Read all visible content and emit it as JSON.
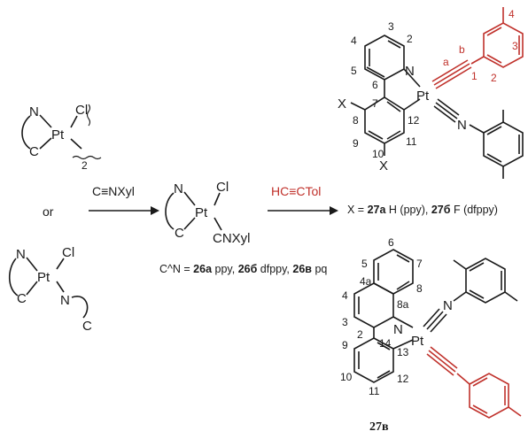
{
  "precursor": {
    "dimer": {
      "n": "N",
      "pt": "Pt",
      "cl": "Cl",
      "c": "C",
      "sub": "2"
    },
    "or": "or",
    "chelate": {
      "n": "N",
      "pt": "Pt",
      "cl": "Cl",
      "c": "C",
      "n2": "N",
      "c2": "C"
    }
  },
  "step1": {
    "reagent": "C≡NXyl",
    "product": {
      "n": "N",
      "pt": "Pt",
      "cl": "Cl",
      "c": "C",
      "cnxyl": "CNXyl"
    },
    "caption": {
      "prefix": "C^N = ",
      "a": "26a",
      "a_name": " ppy, ",
      "b": "26б",
      "b_name": " dfppy, ",
      "c": "26в",
      "c_name": " pq"
    }
  },
  "step2": {
    "reagent": "HC≡CTol"
  },
  "product_top": {
    "atoms": {
      "n": "N",
      "pt": "Pt",
      "n_iso": "N",
      "x1": "X",
      "x2": "X"
    },
    "numbers": [
      "2",
      "3",
      "4",
      "5",
      "6",
      "7",
      "8",
      "9",
      "10",
      "11",
      "12"
    ],
    "red_numbers": [
      "1",
      "2",
      "3",
      "4"
    ],
    "bond_labels": {
      "a": "a",
      "b": "b"
    },
    "caption": {
      "prefix": "X = ",
      "a": "27a",
      "a_text": " H (ppy), ",
      "b": "27б",
      "b_text": " F (dfppy)"
    }
  },
  "product_bottom": {
    "atoms": {
      "n": "N",
      "pt": "Pt",
      "n_iso": "N"
    },
    "numbers": [
      "2",
      "3",
      "4",
      "4a",
      "5",
      "6",
      "7",
      "8",
      "8a",
      "9",
      "10",
      "11",
      "12",
      "13",
      "14"
    ],
    "caption": "27в"
  },
  "colors": {
    "ink": "#1a1a1a",
    "accent": "#c0312b"
  }
}
